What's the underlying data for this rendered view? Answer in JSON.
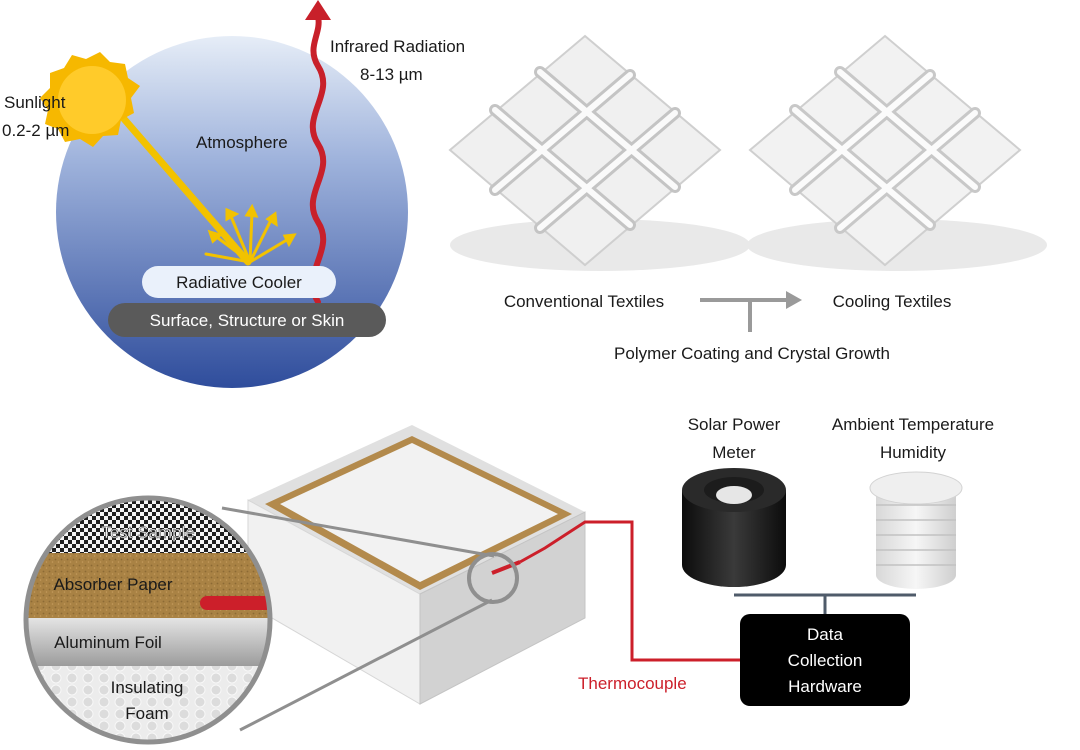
{
  "colors": {
    "sky_top": "#dfe7f3",
    "sky_bottom": "#3c5aa4",
    "sun": "#f6b800",
    "ray": "#f2c200",
    "infrared": "#c8202a",
    "cooler": "#eaf1fb",
    "surface": "#5a5a5a",
    "arrow_gray": "#9a9a9a",
    "thermocouple": "#cc1f2a",
    "hardware": "#000000",
    "paper": "#b38a4c"
  },
  "panel_a": {
    "sunlight_label": "Sunlight",
    "sunlight_range": "0.2-2 µm",
    "ir_label": "Infrared Radiation",
    "ir_range": "8-13 µm",
    "atmosphere_label": "Atmosphere",
    "cooler_label": "Radiative Cooler",
    "surface_label": "Surface, Structure or Skin"
  },
  "panel_b": {
    "left_label": "Conventional Textiles",
    "right_label": "Cooling Textiles",
    "process_label": "Polymer Coating and Crystal Growth"
  },
  "panel_c": {
    "layers": {
      "test_sample": "Test Sample",
      "absorber": "Absorber Paper",
      "foil": "Aluminum Foil",
      "foam_line1": "Insulating",
      "foam_line2": "Foam"
    },
    "solar_meter_line1": "Solar Power",
    "solar_meter_line2": "Meter",
    "ambient_line1": "Ambient Temperature",
    "ambient_line2": "Humidity",
    "hardware_line1": "Data",
    "hardware_line2": "Collection",
    "hardware_line3": "Hardware",
    "thermocouple_label": "Thermocouple"
  }
}
